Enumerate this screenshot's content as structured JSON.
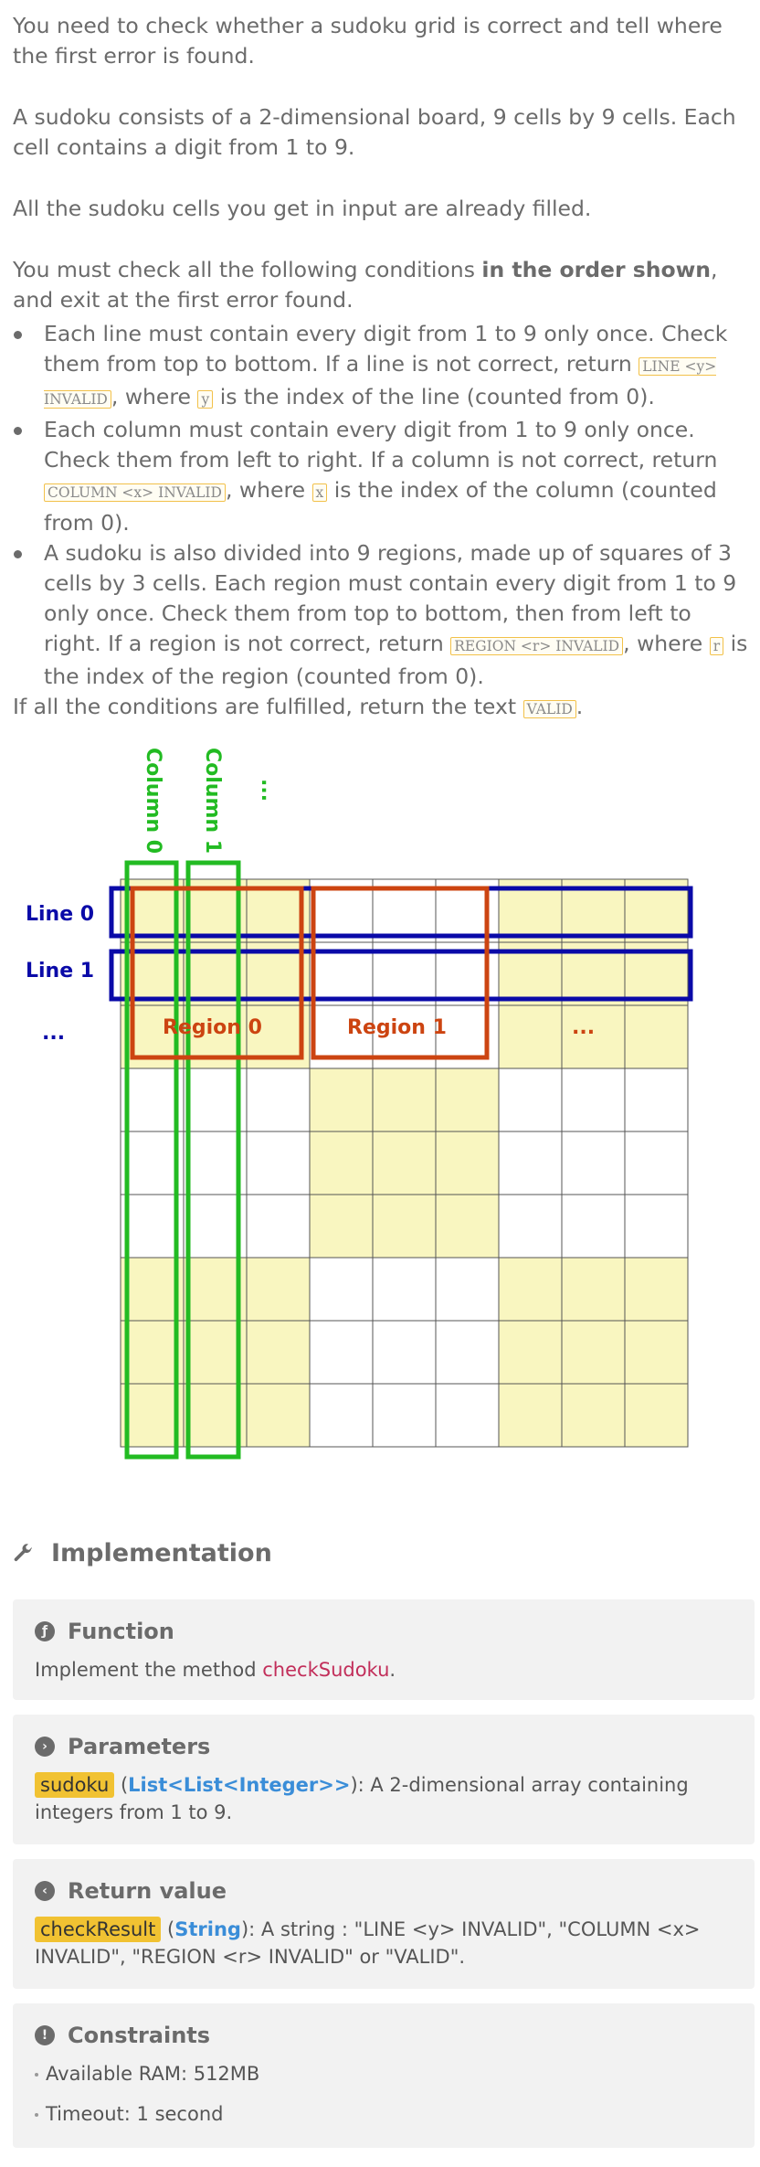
{
  "statement": {
    "intro": "You need to check whether a sudoku grid is correct and tell where the first error is found.",
    "board": "A sudoku consists of a 2-dimensional board, 9 cells by 9 cells. Each cell contains a digit from 1 to 9.",
    "filled": "All the sudoku cells you get in input are already filled.",
    "check_before": "You must check all the following conditions ",
    "check_bold": "in the order shown",
    "check_after": ", and exit at the first error found.",
    "rules": [
      {
        "a": "Each line must contain every digit from 1 to 9 only once. Check them from top to bottom. If a line is not correct, return ",
        "code1": "LINE <y> INVALID",
        "b": ", where ",
        "code2": "y",
        "c": " is the index of the line (counted from 0)."
      },
      {
        "a": "Each column must contain every digit from 1 to 9 only once. Check them from left to right. If a column is not correct, return ",
        "code1": "COLUMN <x> INVALID",
        "b": ", where ",
        "code2": "x",
        "c": " is the index of the column (counted from 0)."
      },
      {
        "a": "A sudoku is also divided into 9 regions, made up of squares of 3 cells by 3 cells. Each region must contain every digit from 1 to 9 only once. Check them from top to bottom, then from left to right. If a region is not correct, return ",
        "code1": "REGION <r> INVALID",
        "b": ", where ",
        "code2": "r",
        "c": " is the index of the region (counted from 0)."
      }
    ],
    "final_before": "If all the conditions are fulfilled, return the text ",
    "final_code": "VALID",
    "final_after": "."
  },
  "diagram": {
    "column0": "Column 0",
    "column1": "Column 1",
    "column_more": "...",
    "line0": "Line 0",
    "line1": "Line 1",
    "line_more": "...",
    "region0": "Region 0",
    "region1": "Region 1",
    "region_more": "...",
    "colors": {
      "cell_shade": "#f9f6c0",
      "grid": "#555555",
      "line": "#0a0aa8",
      "column": "#22bb22",
      "region": "#cc4411"
    }
  },
  "implementation": {
    "title": "Implementation",
    "function": {
      "heading": "Function",
      "icon": "f-icon",
      "text_before": "Implement the method ",
      "method": "checkSudoku",
      "text_after": "."
    },
    "parameters": {
      "heading": "Parameters",
      "icon": "chevron-right-icon",
      "name": "sudoku",
      "type_open": " (",
      "type": "List<List<Integer>>",
      "type_close": ")",
      "desc": ": A 2-dimensional array containing integers from 1 to 9."
    },
    "return_value": {
      "heading": "Return value",
      "icon": "chevron-left-icon",
      "name": "checkResult",
      "type_open": " (",
      "type": "String",
      "type_close": ")",
      "desc": ": A string : \"LINE <y> INVALID\", \"COLUMN <x> INVALID\", \"REGION <r> INVALID\" or \"VALID\"."
    },
    "constraints": {
      "heading": "Constraints",
      "icon": "exclamation-icon",
      "items": [
        "Available RAM: 512MB",
        "Timeout: 1 second"
      ]
    }
  }
}
